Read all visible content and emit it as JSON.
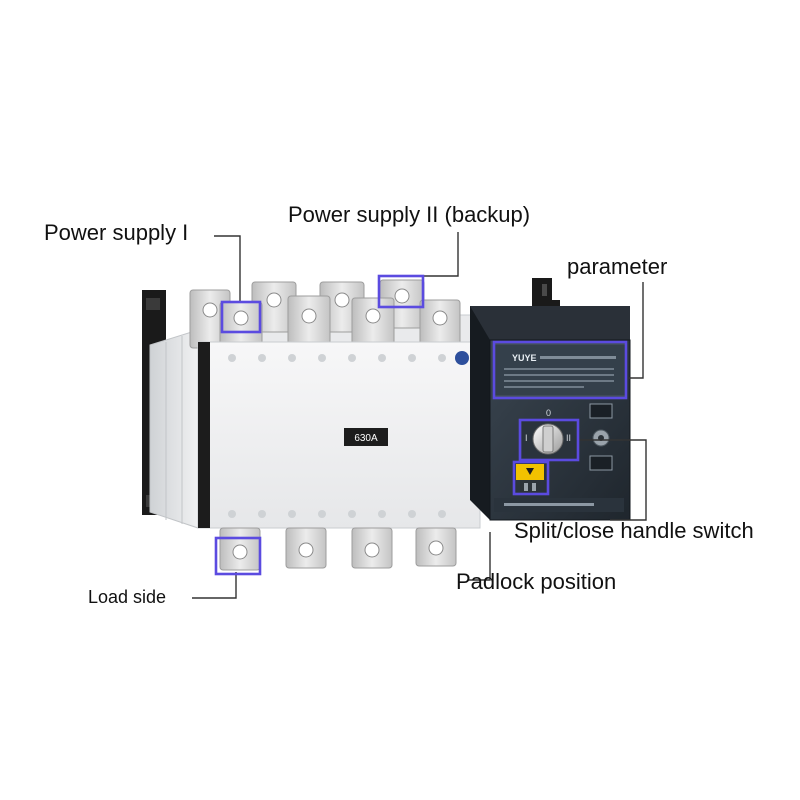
{
  "labels": {
    "power_supply_1": "Power supply I",
    "power_supply_2": "Power supply II (backup)",
    "parameter": "parameter",
    "split_close_handle_switch": "Split/close handle switch",
    "padlock_position": "Padlock position",
    "load_side": "Load side"
  },
  "device": {
    "rating_label": "630A",
    "brand_logo": "YUYE",
    "position_markers": [
      "0",
      "I",
      "II"
    ]
  },
  "colors": {
    "callout": "#5b4be0",
    "leader": "#333333",
    "body": "#f1f2f3",
    "terminal": "#dcdcdc",
    "panel": "#2c3540",
    "bracket": "#1a1a1a",
    "padlock_tab": "#f2c200"
  },
  "icons": [
    "wrench-icon"
  ]
}
